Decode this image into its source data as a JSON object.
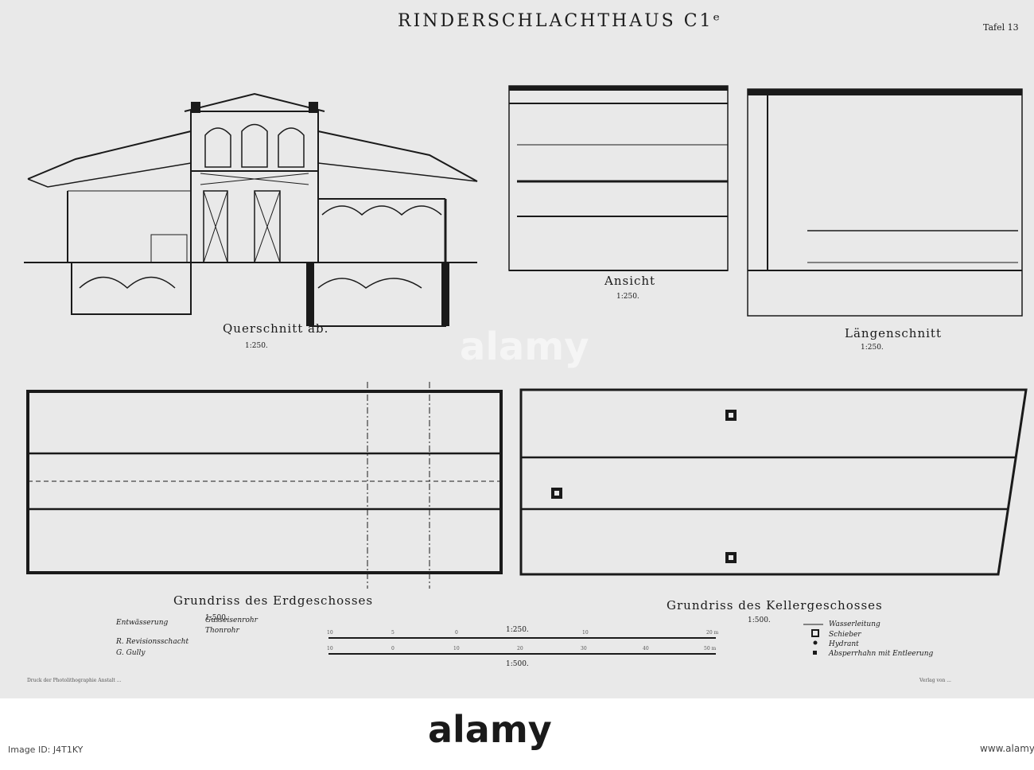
{
  "plate": {
    "title": "RINDERSCHLACHTHAUS C1ᵉ",
    "plate_number": "Tafel 13"
  },
  "drawings": {
    "cross_section": {
      "caption": "Querschnitt ab.",
      "scale": "1:250."
    },
    "elevation": {
      "caption": "Ansicht",
      "scale": "1:250."
    },
    "long_section": {
      "caption": "Längenschnitt",
      "scale": "1:250."
    },
    "ground_floor": {
      "caption": "Grundriss des Erdgeschosses",
      "scale": "1:500."
    },
    "basement": {
      "caption": "Grundriss des Kellergeschosses",
      "scale": "1:500."
    }
  },
  "legend_left": {
    "drainage_label": "Entwässerung",
    "cast_iron": "Gusseisenrohr",
    "clay_pipe": "Thonrohr",
    "revision_shaft": "R. Revisionsschacht",
    "gully": "G. Gully"
  },
  "legend_right": {
    "water_line": "Wasserleitung",
    "valve": "Schieber",
    "hydrant": "Hydrant",
    "stopcock": "Absperrhahn mit Entleerung"
  },
  "scale_bars": {
    "scale_250": "1:250.",
    "scale_500": "1:500.",
    "ticks_250": [
      "10",
      "5",
      "0",
      "10",
      "20 m"
    ],
    "ticks_500": [
      "10",
      "0",
      "10",
      "20",
      "30",
      "40",
      "50 m"
    ]
  },
  "printer_note_left": "Druck der Photolithographie Anstalt ...",
  "printer_note_right": "Verlag von ...",
  "stock": {
    "logo": "alamy",
    "watermark": "alamy",
    "image_id": "Image ID: J4T1KY",
    "site": "www.alamy.com"
  },
  "colors": {
    "paper": "#e9e9e9",
    "ink": "#1a1a1a"
  }
}
